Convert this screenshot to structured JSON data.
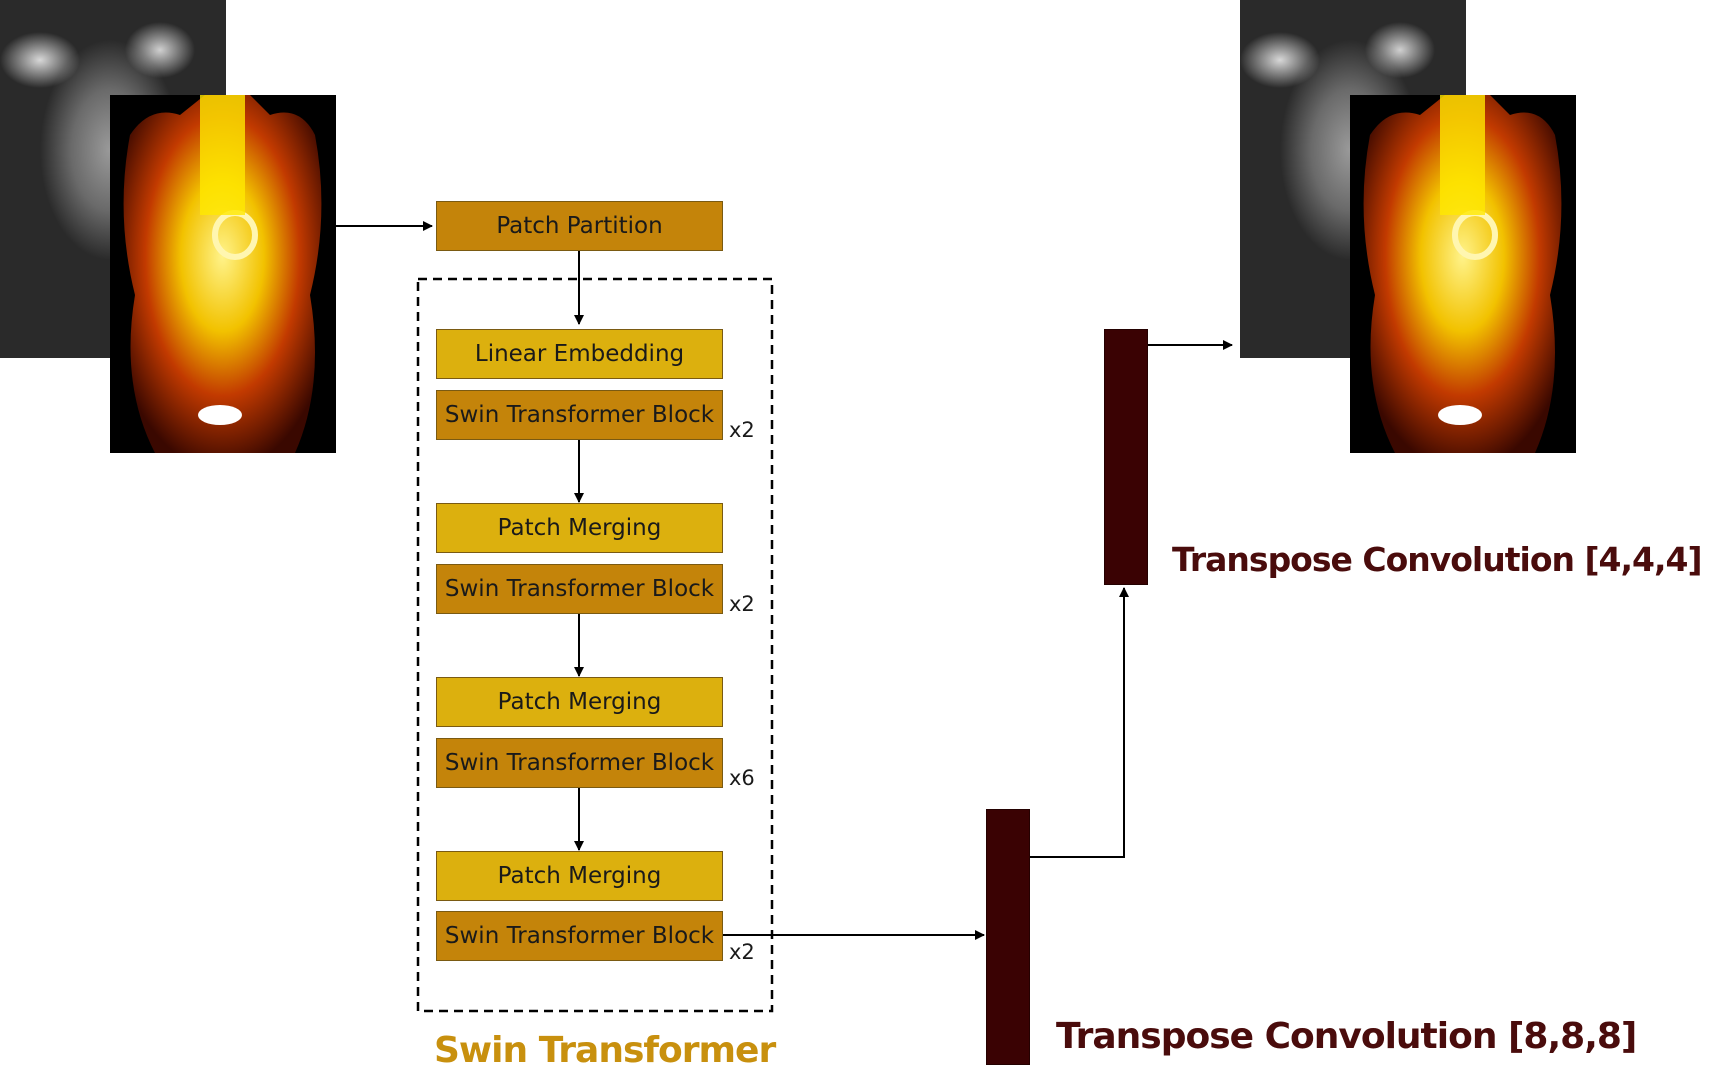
{
  "diagram": {
    "input": {
      "ct_image_icon": "ct-scan-image",
      "pet_image_icon": "pet-scan-image"
    },
    "output": {
      "ct_image_icon": "ct-scan-image",
      "pet_image_icon": "pet-scan-image"
    },
    "blocks": {
      "patch_partition": "Patch Partition",
      "linear_embedding": "Linear Embedding",
      "swin_block_1": "Swin Transformer Block",
      "patch_merging_1": "Patch Merging",
      "swin_block_2": "Swin Transformer Block",
      "patch_merging_2": "Patch Merging",
      "swin_block_3": "Swin Transformer Block",
      "patch_merging_3": "Patch Merging",
      "swin_block_4": "Swin Transformer Block"
    },
    "repeats": {
      "r1": "x2",
      "r2": "x2",
      "r3": "x6",
      "r4": "x2"
    },
    "group_label": "Swin Transformer",
    "tconv_1_label": "Transpose Convolution [8,8,8]",
    "tconv_2_label": "Transpose Convolution [4,4,4]",
    "colors": {
      "dark_block": "#c4840a",
      "light_block": "#dcb00e",
      "group_label": "#c8900e",
      "tconv_bar": "#3a0203",
      "tconv_label": "#4a0c0c"
    }
  }
}
